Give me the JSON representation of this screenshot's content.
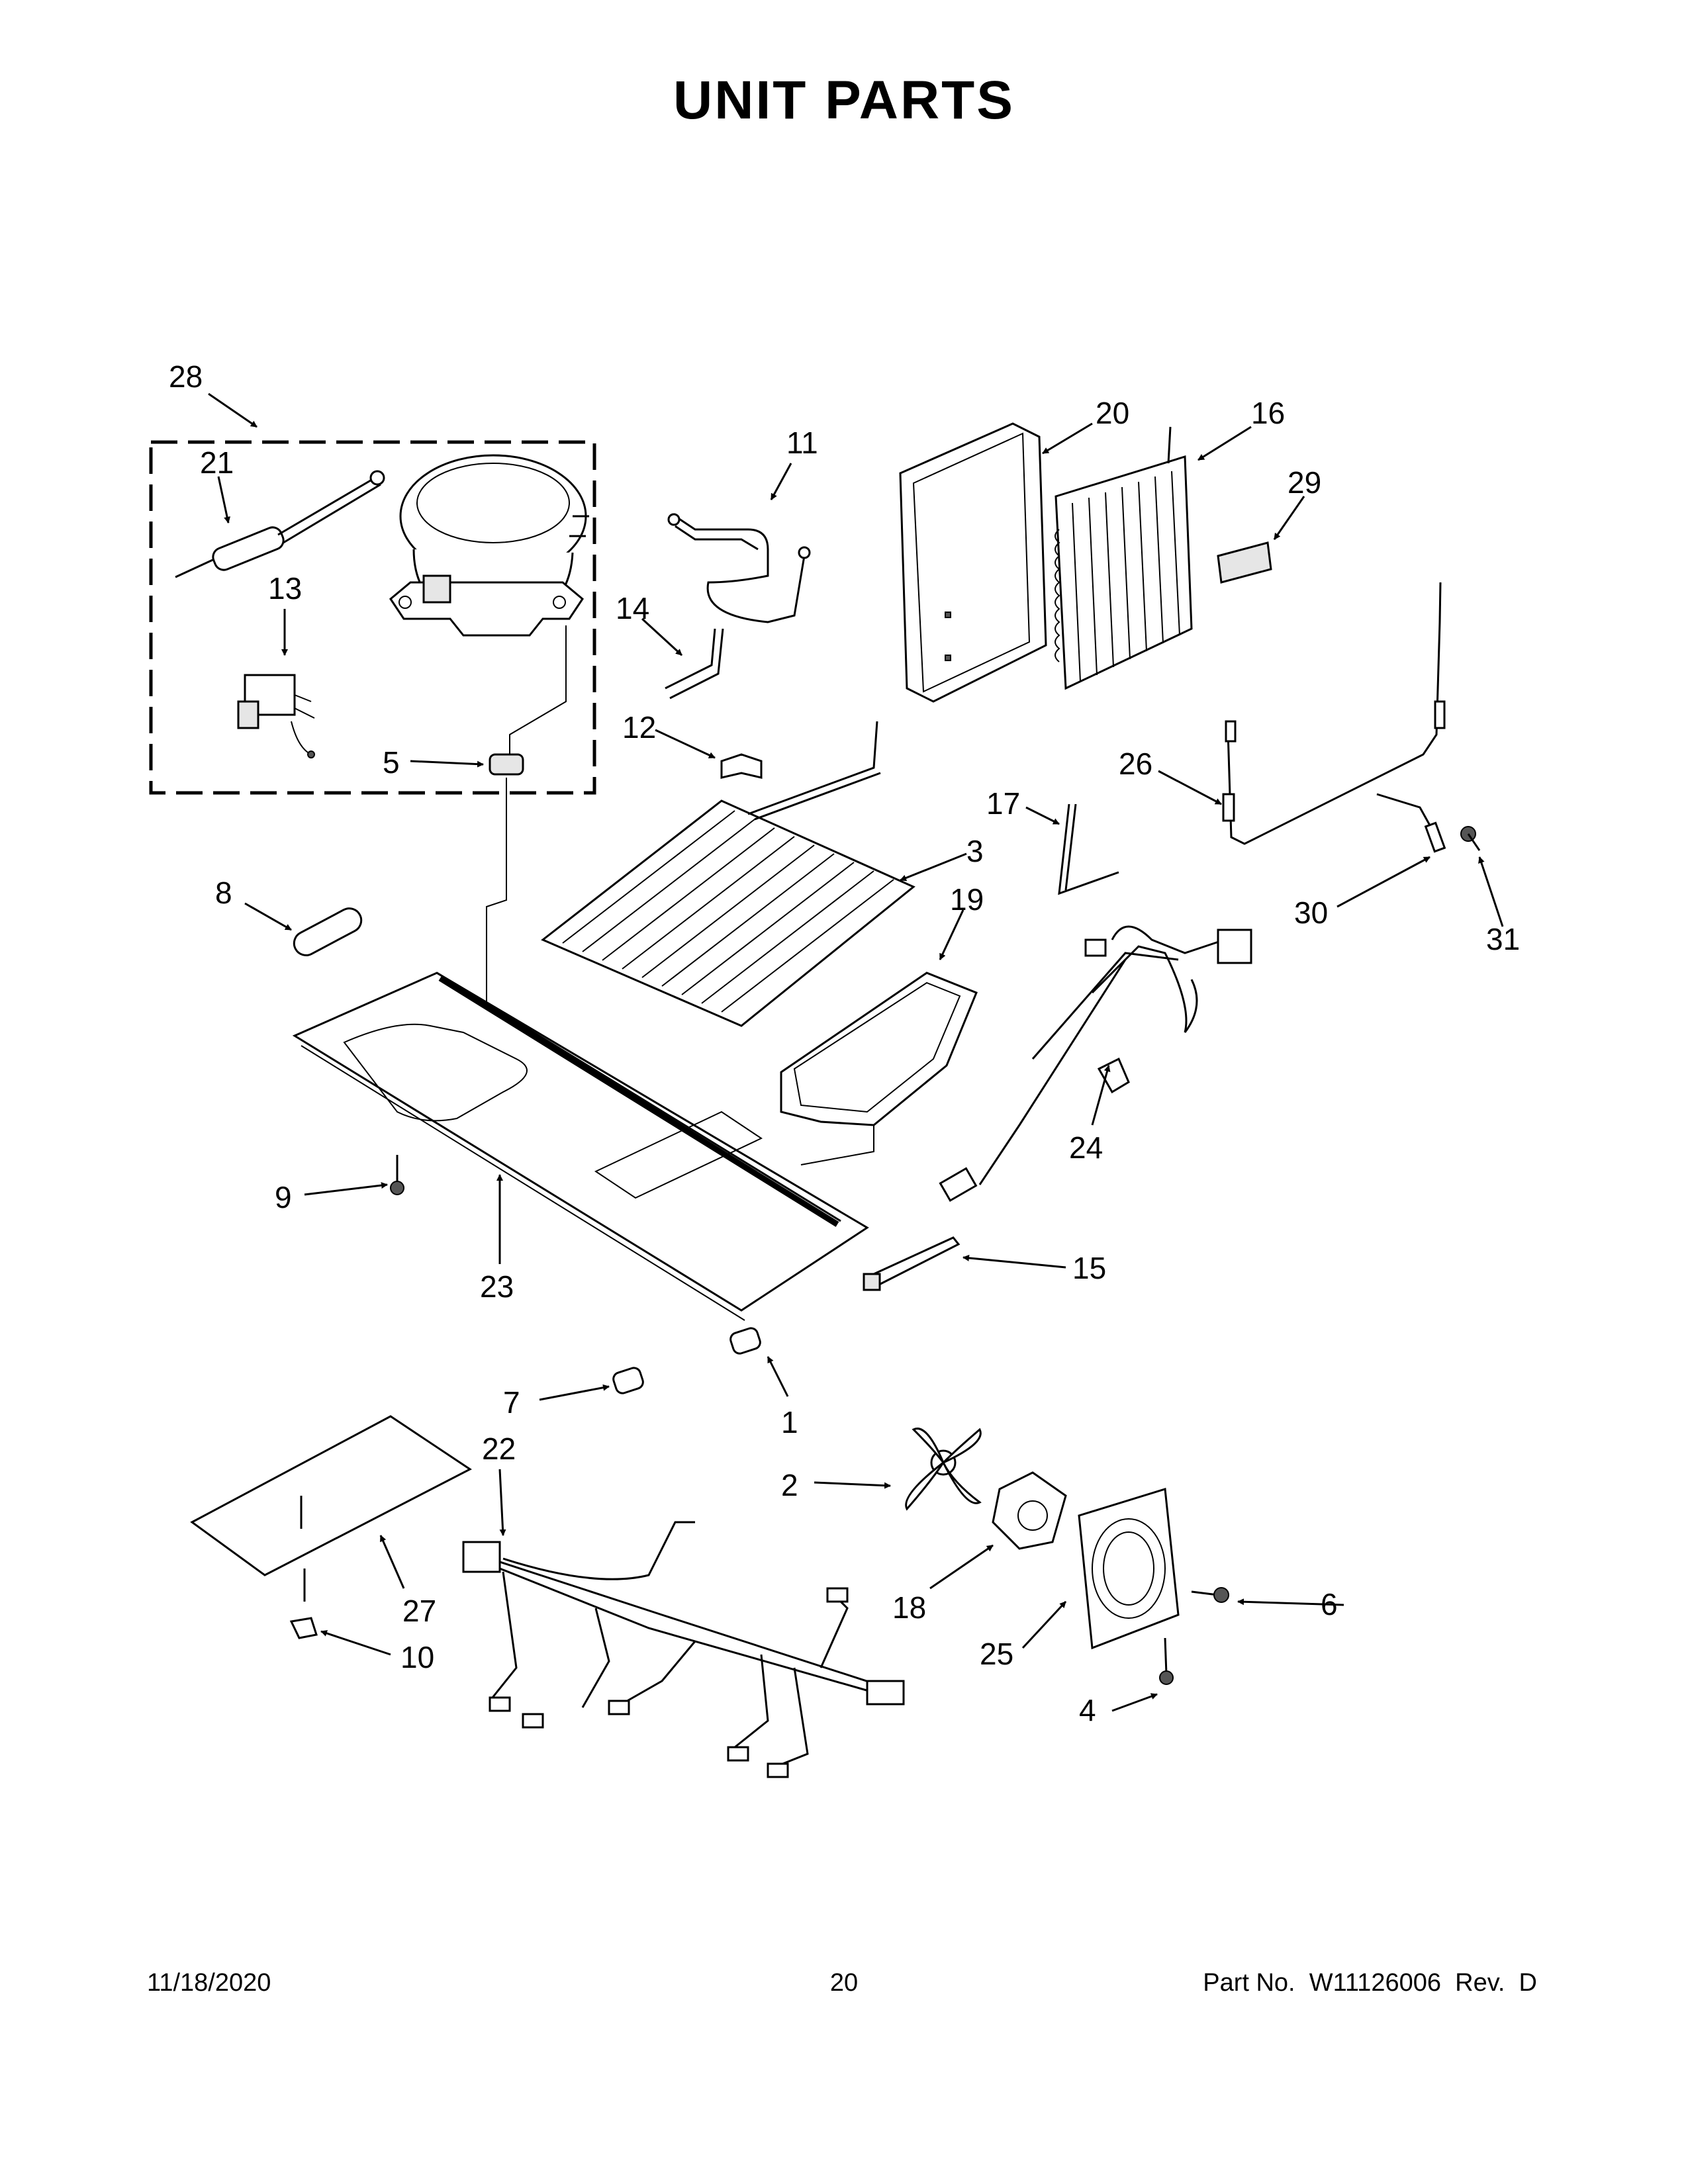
{
  "title": "UNIT PARTS",
  "callouts": [
    {
      "id": "28",
      "text": "28"
    },
    {
      "id": "21",
      "text": "21"
    },
    {
      "id": "13",
      "text": "13"
    },
    {
      "id": "5",
      "text": "5"
    },
    {
      "id": "11",
      "text": "11"
    },
    {
      "id": "14",
      "text": "14"
    },
    {
      "id": "12",
      "text": "12"
    },
    {
      "id": "20",
      "text": "20"
    },
    {
      "id": "16",
      "text": "16"
    },
    {
      "id": "29",
      "text": "29"
    },
    {
      "id": "26",
      "text": "26"
    },
    {
      "id": "17",
      "text": "17"
    },
    {
      "id": "3",
      "text": "3"
    },
    {
      "id": "19",
      "text": "19"
    },
    {
      "id": "30",
      "text": "30"
    },
    {
      "id": "31",
      "text": "31"
    },
    {
      "id": "8",
      "text": "8"
    },
    {
      "id": "24",
      "text": "24"
    },
    {
      "id": "9",
      "text": "9"
    },
    {
      "id": "23",
      "text": "23"
    },
    {
      "id": "15",
      "text": "15"
    },
    {
      "id": "7",
      "text": "7"
    },
    {
      "id": "1",
      "text": "1"
    },
    {
      "id": "22",
      "text": "22"
    },
    {
      "id": "2",
      "text": "2"
    },
    {
      "id": "27",
      "text": "27"
    },
    {
      "id": "18",
      "text": "18"
    },
    {
      "id": "6",
      "text": "6"
    },
    {
      "id": "10",
      "text": "10"
    },
    {
      "id": "25",
      "text": "25"
    },
    {
      "id": "4",
      "text": "4"
    }
  ],
  "footer": {
    "date": "11/18/2020",
    "page": "20",
    "part_no": "Part No.  W11126006  Rev.  D"
  }
}
